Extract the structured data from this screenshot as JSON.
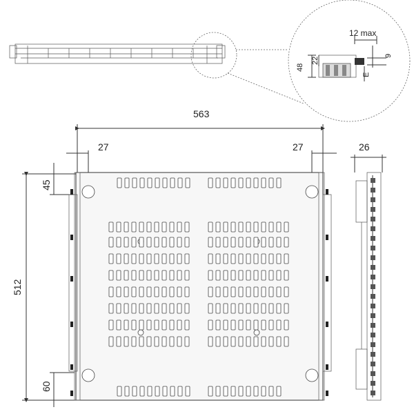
{
  "dimensions": {
    "overall_width": "563",
    "left_margin": "27",
    "right_margin": "27",
    "side_depth": "26",
    "overall_length": "512",
    "top_offset": "45",
    "bottom_offset": "60",
    "detail_max": "12 max",
    "detail_9": "9",
    "detail_48": "48",
    "detail_22": "22",
    "detail_e": "E"
  }
}
